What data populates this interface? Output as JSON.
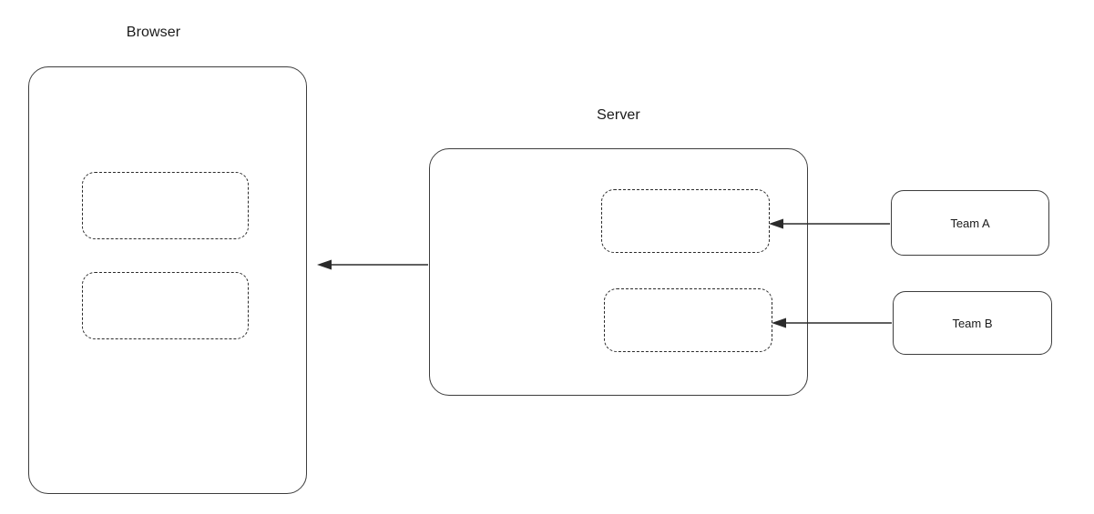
{
  "diagram": {
    "title": "Browser / Server / Teams architecture",
    "background": "#ffffff",
    "stroke_color": "#3d3d3d",
    "dashed_stroke_color": "#2b2b2b",
    "text_color": "#1a1a1a",
    "groups": [
      {
        "id": "browser",
        "label": "Browser",
        "style": "solid-rounded",
        "slots": [
          {
            "id": "browser-slot-1",
            "label": "",
            "style": "dashed-rounded"
          },
          {
            "id": "browser-slot-2",
            "label": "",
            "style": "dashed-rounded"
          }
        ]
      },
      {
        "id": "server",
        "label": "Server",
        "style": "solid-rounded",
        "slots": [
          {
            "id": "server-slot-1",
            "label": "",
            "style": "dashed-rounded"
          },
          {
            "id": "server-slot-2",
            "label": "",
            "style": "dashed-rounded"
          }
        ]
      }
    ],
    "nodes": [
      {
        "id": "team-a",
        "label": "Team A",
        "style": "solid-rounded"
      },
      {
        "id": "team-b",
        "label": "Team B",
        "style": "solid-rounded"
      }
    ],
    "connectors": [
      {
        "id": "server-to-browser",
        "from": "server",
        "to": "browser",
        "direction": "left",
        "arrowhead": "end"
      },
      {
        "id": "team-a-to-server-slot-1",
        "from": "team-a",
        "to": "server-slot-1",
        "direction": "left",
        "arrowhead": "end"
      },
      {
        "id": "team-b-to-server-slot-2",
        "from": "team-b",
        "to": "server-slot-2",
        "direction": "left",
        "arrowhead": "end"
      }
    ]
  }
}
